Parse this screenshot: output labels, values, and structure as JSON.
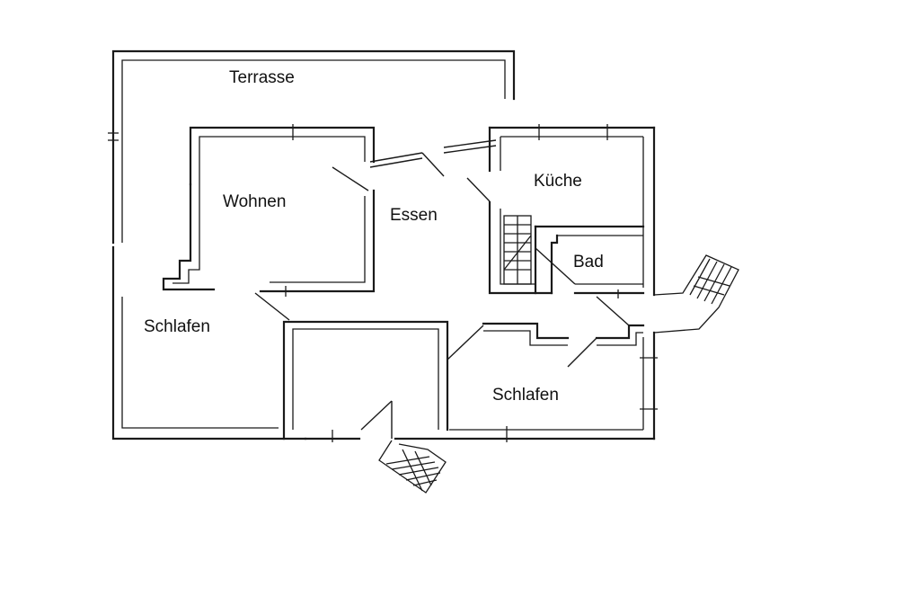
{
  "plan": {
    "rooms": [
      {
        "id": "terrasse",
        "label": "Terrasse"
      },
      {
        "id": "wohnen",
        "label": "Wohnen"
      },
      {
        "id": "essen",
        "label": "Essen"
      },
      {
        "id": "kueche",
        "label": "Küche"
      },
      {
        "id": "bad",
        "label": "Bad"
      },
      {
        "id": "schlafen-left",
        "label": "Schlafen"
      },
      {
        "id": "schlafen-right",
        "label": "Schlafen"
      }
    ]
  }
}
